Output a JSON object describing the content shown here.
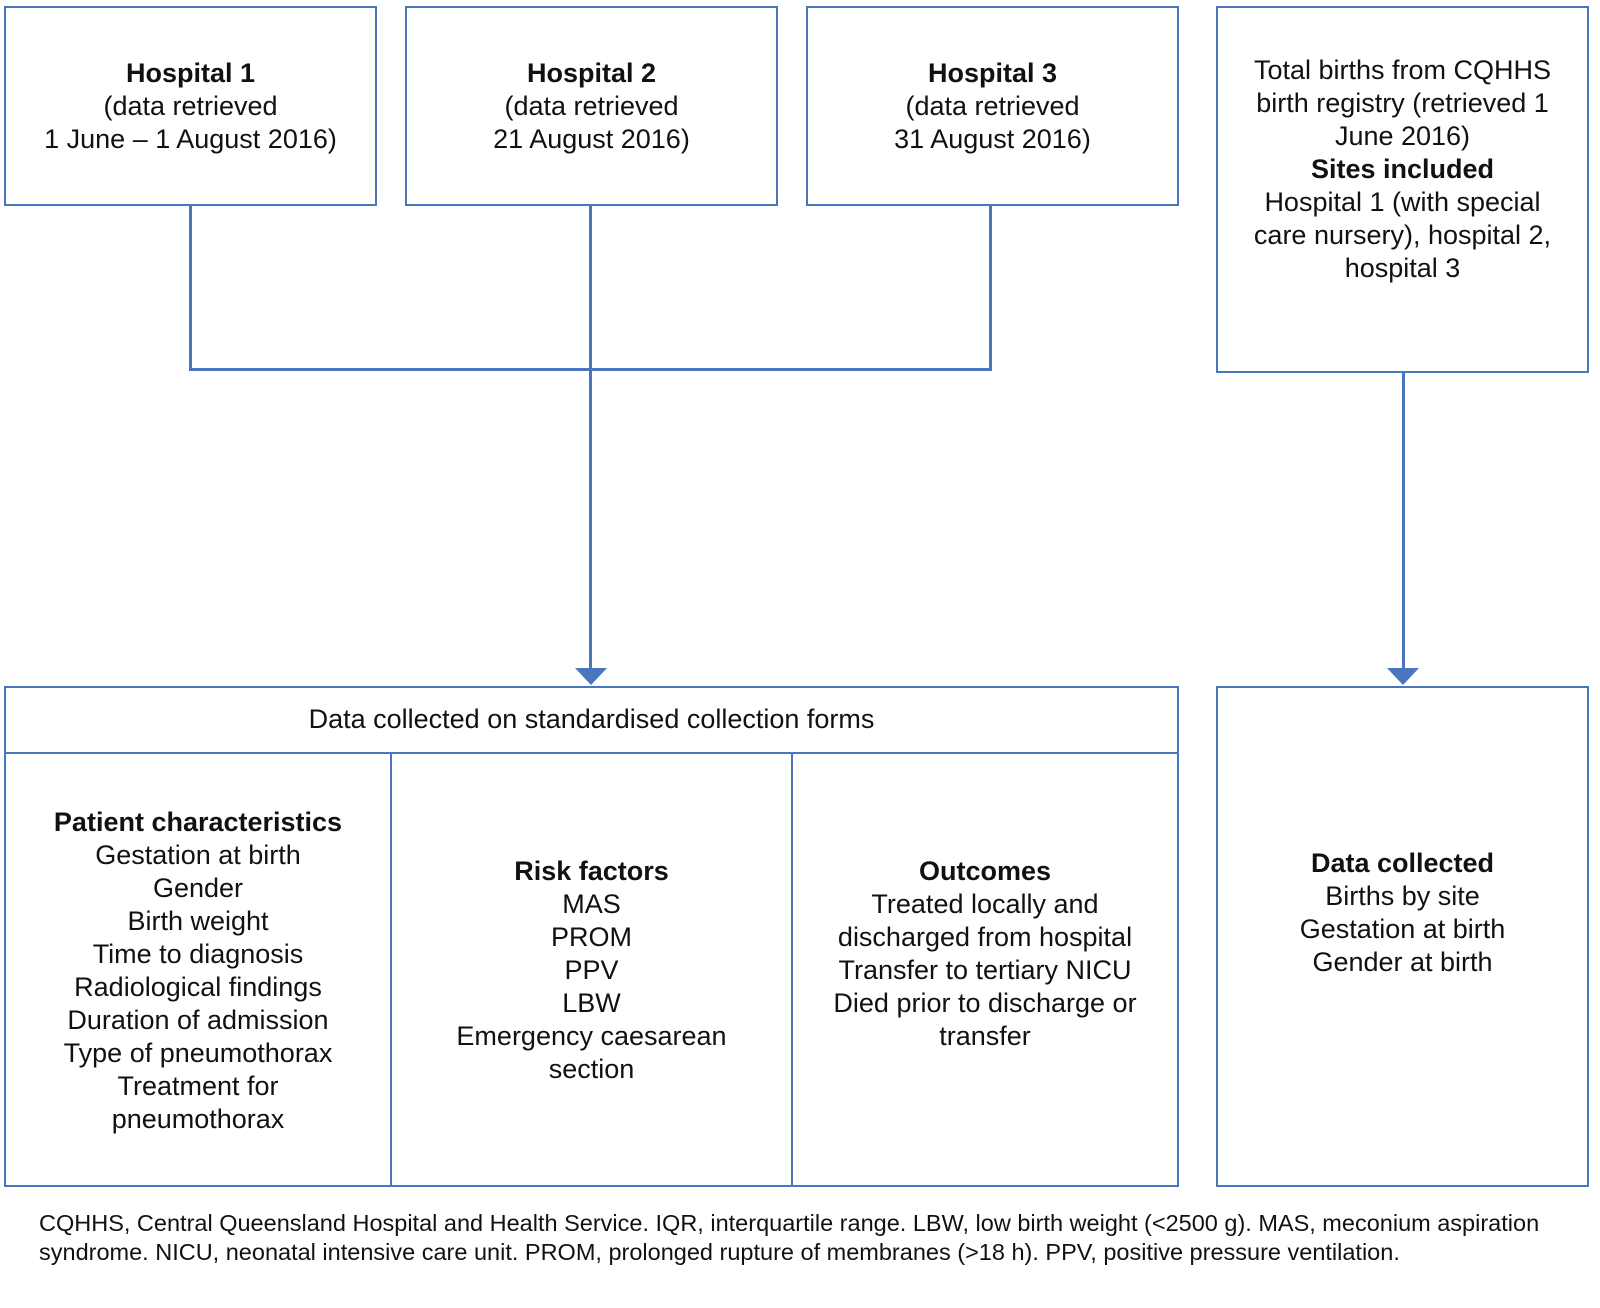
{
  "hospitals": [
    {
      "title": "Hospital 1",
      "lines": [
        "(data retrieved",
        "1 June – 1 August 2016)"
      ]
    },
    {
      "title": "Hospital 2",
      "lines": [
        "(data retrieved",
        "21 August 2016)"
      ]
    },
    {
      "title": "Hospital 3",
      "lines": [
        "(data retrieved",
        "31 August 2016)"
      ]
    }
  ],
  "registry": {
    "lines": [
      "Total births from CQHHS",
      "birth registry (retrieved 1",
      "June 2016)"
    ],
    "subtitle": "Sites included",
    "sites": [
      "Hospital 1 (with special",
      "care nursery), hospital 2,",
      "hospital 3"
    ]
  },
  "forms": {
    "header": "Data collected on standardised collection forms",
    "columns": [
      {
        "title": "Patient characteristics",
        "items": [
          "Gestation at birth",
          "Gender",
          "Birth weight",
          "Time to diagnosis",
          "Radiological findings",
          "Duration of admission",
          "Type of pneumothorax",
          "Treatment for",
          "pneumothorax"
        ]
      },
      {
        "title": "Risk factors",
        "items": [
          "MAS",
          "PROM",
          "PPV",
          "LBW",
          "Emergency caesarean",
          "section"
        ]
      },
      {
        "title": "Outcomes",
        "items": [
          "Treated locally and",
          "discharged from hospital",
          "Transfer to tertiary NICU",
          "Died prior to discharge or",
          "transfer"
        ]
      }
    ]
  },
  "registry_data": {
    "title": "Data collected",
    "items": [
      "Births by site",
      "Gestation at birth",
      "Gender at birth"
    ]
  },
  "footnote": "CQHHS, Central Queensland Hospital and Health Service. IQR, interquartile range. LBW, low birth weight (<2500 g). MAS, meconium aspiration syndrome. NICU, neonatal intensive care unit. PROM, prolonged rupture of membranes (>18 h). PPV, positive pressure ventilation.",
  "colors": {
    "line": "#4a76c0"
  }
}
